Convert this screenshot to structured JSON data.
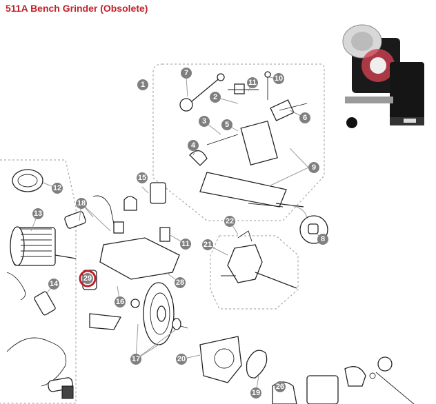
{
  "page": {
    "title": "511A Bench Grinder (Obsolete)",
    "title_color": "#c0202a"
  },
  "diagram": {
    "callouts": [
      {
        "id": "1",
        "label": "1"
      },
      {
        "id": "2",
        "label": "2"
      },
      {
        "id": "3",
        "label": "3"
      },
      {
        "id": "4",
        "label": "4"
      },
      {
        "id": "5",
        "label": "5"
      },
      {
        "id": "6",
        "label": "6"
      },
      {
        "id": "7",
        "label": "7"
      },
      {
        "id": "8",
        "label": "8"
      },
      {
        "id": "9",
        "label": "9"
      },
      {
        "id": "10",
        "label": "10"
      },
      {
        "id": "11a",
        "label": "11"
      },
      {
        "id": "11b",
        "label": "11"
      },
      {
        "id": "12",
        "label": "12"
      },
      {
        "id": "13",
        "label": "13"
      },
      {
        "id": "14",
        "label": "14"
      },
      {
        "id": "15",
        "label": "15"
      },
      {
        "id": "16",
        "label": "16"
      },
      {
        "id": "17",
        "label": "17"
      },
      {
        "id": "18",
        "label": "18"
      },
      {
        "id": "19",
        "label": "19"
      },
      {
        "id": "20",
        "label": "20"
      },
      {
        "id": "21",
        "label": "21"
      },
      {
        "id": "22",
        "label": "22"
      },
      {
        "id": "26",
        "label": "26"
      },
      {
        "id": "28",
        "label": "28"
      },
      {
        "id": "29",
        "label": "29"
      }
    ],
    "highlighted_callout": "29",
    "highlight_color": "#c0202a",
    "callout_color": "#7f7f7f"
  }
}
